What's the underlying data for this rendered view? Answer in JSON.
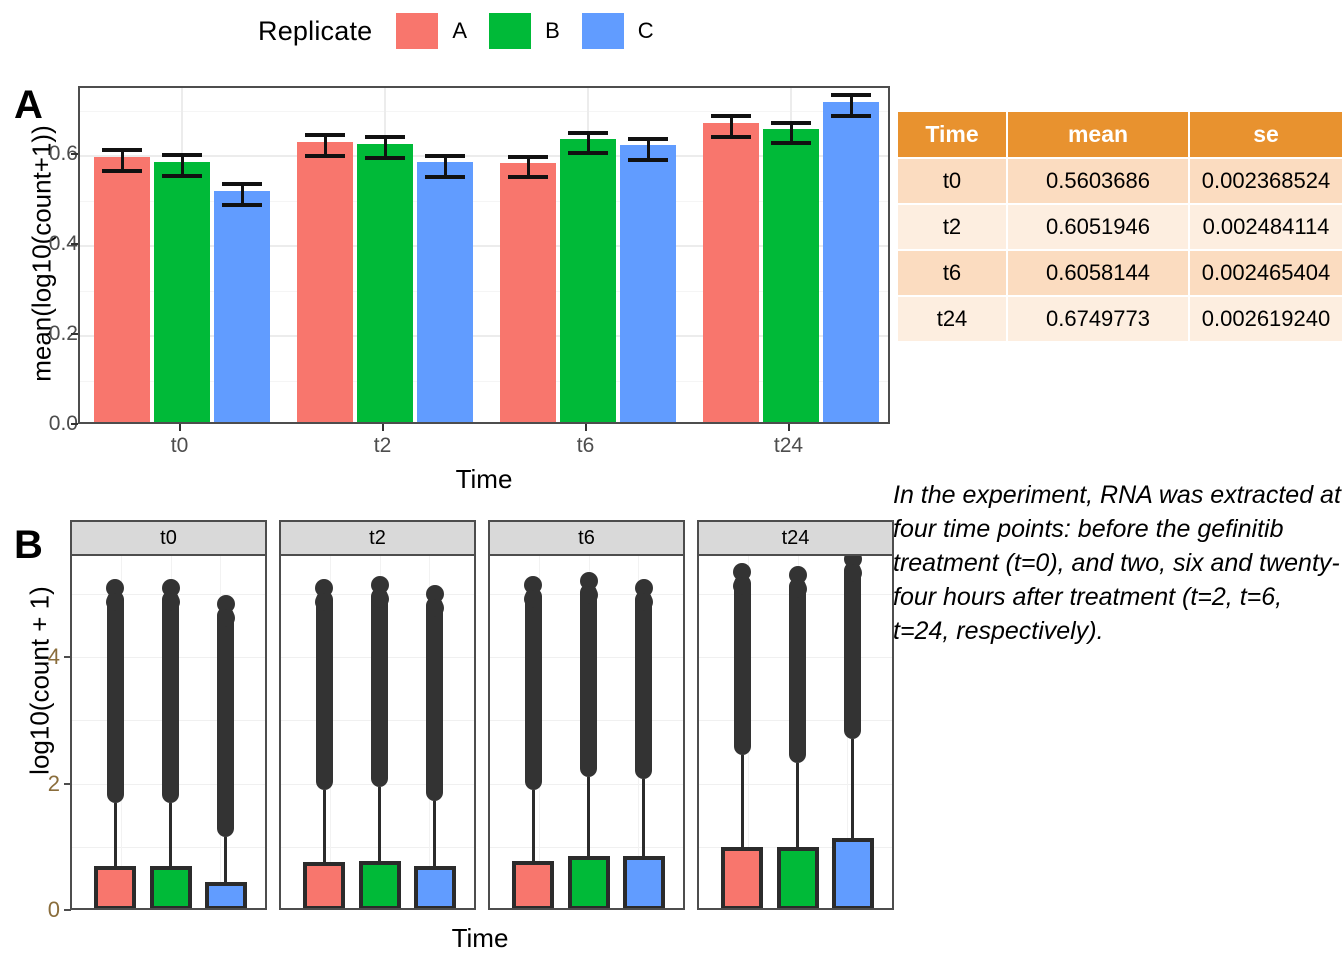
{
  "legend": {
    "title": "Replicate",
    "items": [
      {
        "label": "A",
        "color": "#F8766D"
      },
      {
        "label": "B",
        "color": "#00BA38"
      },
      {
        "label": "C",
        "color": "#619CFF"
      }
    ]
  },
  "panels": {
    "a": {
      "letter": "A"
    },
    "b": {
      "letter": "B"
    }
  },
  "table": {
    "headers": [
      "Time",
      "mean",
      "se"
    ],
    "rows": [
      {
        "time": "t0",
        "mean": "0.5603686",
        "se": "0.002368524"
      },
      {
        "time": "t2",
        "mean": "0.6051946",
        "se": "0.002484114"
      },
      {
        "time": "t6",
        "mean": "0.6058144",
        "se": "0.002465404"
      },
      {
        "time": "t24",
        "mean": "0.6749773",
        "se": "0.002619240"
      }
    ],
    "header_color": "#E8922F",
    "row_color_odd": "#FBDCC0",
    "row_color_even": "#FDEEE0"
  },
  "caption": {
    "text": "In the experiment, RNA was extracted at four time points: before the gefinitib treatment (t=0), and two, six and twenty-four hours after treatment (t=2, t=6, t=24, respectively)."
  },
  "chart_data": [
    {
      "type": "bar",
      "panel": "A",
      "title": "",
      "xlabel": "Time",
      "ylabel": "mean(log10(count+1))",
      "categories": [
        "t0",
        "t2",
        "t6",
        "t24"
      ],
      "ylim": [
        0.0,
        0.75
      ],
      "yticks": [
        "0.0",
        "0.2",
        "0.4",
        "0.6"
      ],
      "ytick_values": [
        0.0,
        0.2,
        0.4,
        0.6
      ],
      "grid": true,
      "legend_position": "top",
      "series": [
        {
          "name": "A",
          "color": "#F8766D",
          "values": [
            0.589,
            0.622,
            0.575,
            0.664
          ],
          "errors": [
            0.0035,
            0.0035,
            0.0035,
            0.0035
          ]
        },
        {
          "name": "B",
          "color": "#00BA38",
          "values": [
            0.578,
            0.618,
            0.628,
            0.65
          ],
          "errors": [
            0.0035,
            0.0035,
            0.0035,
            0.0035
          ]
        },
        {
          "name": "C",
          "color": "#619CFF",
          "values": [
            0.513,
            0.576,
            0.614,
            0.711
          ],
          "errors": [
            0.0035,
            0.0035,
            0.0035,
            0.0035
          ]
        }
      ]
    },
    {
      "type": "boxplot",
      "panel": "B",
      "title": "",
      "xlabel": "Time",
      "ylabel": "log10(count + 1)",
      "facets": [
        "t0",
        "t2",
        "t6",
        "t24"
      ],
      "ylim": [
        0.0,
        5.6
      ],
      "yticks": [
        "0",
        "2",
        "4"
      ],
      "ytick_values": [
        0,
        2,
        4
      ],
      "grid": true,
      "boxes": [
        {
          "facet": "t0",
          "replicate": "A",
          "color": "#F8766D",
          "q1": 0.0,
          "median": 0.05,
          "q3": 0.7,
          "whisker_high": 1.7,
          "outlier_max": 5.05
        },
        {
          "facet": "t0",
          "replicate": "B",
          "color": "#00BA38",
          "q1": 0.0,
          "median": 0.05,
          "q3": 0.7,
          "whisker_high": 1.7,
          "outlier_max": 5.05
        },
        {
          "facet": "t0",
          "replicate": "C",
          "color": "#619CFF",
          "q1": 0.0,
          "median": 0.05,
          "q3": 0.45,
          "whisker_high": 1.15,
          "outlier_max": 4.8
        },
        {
          "facet": "t2",
          "replicate": "A",
          "color": "#F8766D",
          "q1": 0.0,
          "median": 0.05,
          "q3": 0.76,
          "whisker_high": 1.9,
          "outlier_max": 5.05
        },
        {
          "facet": "t2",
          "replicate": "B",
          "color": "#00BA38",
          "q1": 0.0,
          "median": 0.05,
          "q3": 0.78,
          "whisker_high": 1.95,
          "outlier_max": 5.1
        },
        {
          "facet": "t2",
          "replicate": "C",
          "color": "#619CFF",
          "q1": 0.0,
          "median": 0.05,
          "q3": 0.7,
          "whisker_high": 1.72,
          "outlier_max": 4.95
        },
        {
          "facet": "t6",
          "replicate": "A",
          "color": "#F8766D",
          "q1": 0.0,
          "median": 0.05,
          "q3": 0.78,
          "whisker_high": 1.9,
          "outlier_max": 5.1
        },
        {
          "facet": "t6",
          "replicate": "B",
          "color": "#00BA38",
          "q1": 0.0,
          "median": 0.05,
          "q3": 0.86,
          "whisker_high": 2.1,
          "outlier_max": 5.15
        },
        {
          "facet": "t6",
          "replicate": "C",
          "color": "#619CFF",
          "q1": 0.0,
          "median": 0.05,
          "q3": 0.86,
          "whisker_high": 2.08,
          "outlier_max": 5.05
        },
        {
          "facet": "t24",
          "replicate": "A",
          "color": "#F8766D",
          "q1": 0.0,
          "median": 0.05,
          "q3": 1.0,
          "whisker_high": 2.45,
          "outlier_max": 5.3
        },
        {
          "facet": "t24",
          "replicate": "B",
          "color": "#00BA38",
          "q1": 0.0,
          "median": 0.05,
          "q3": 1.0,
          "whisker_high": 2.32,
          "outlier_max": 5.25
        },
        {
          "facet": "t24",
          "replicate": "C",
          "color": "#619CFF",
          "q1": 0.0,
          "median": 0.05,
          "q3": 1.14,
          "whisker_high": 2.7,
          "outlier_max": 5.5
        }
      ]
    }
  ]
}
